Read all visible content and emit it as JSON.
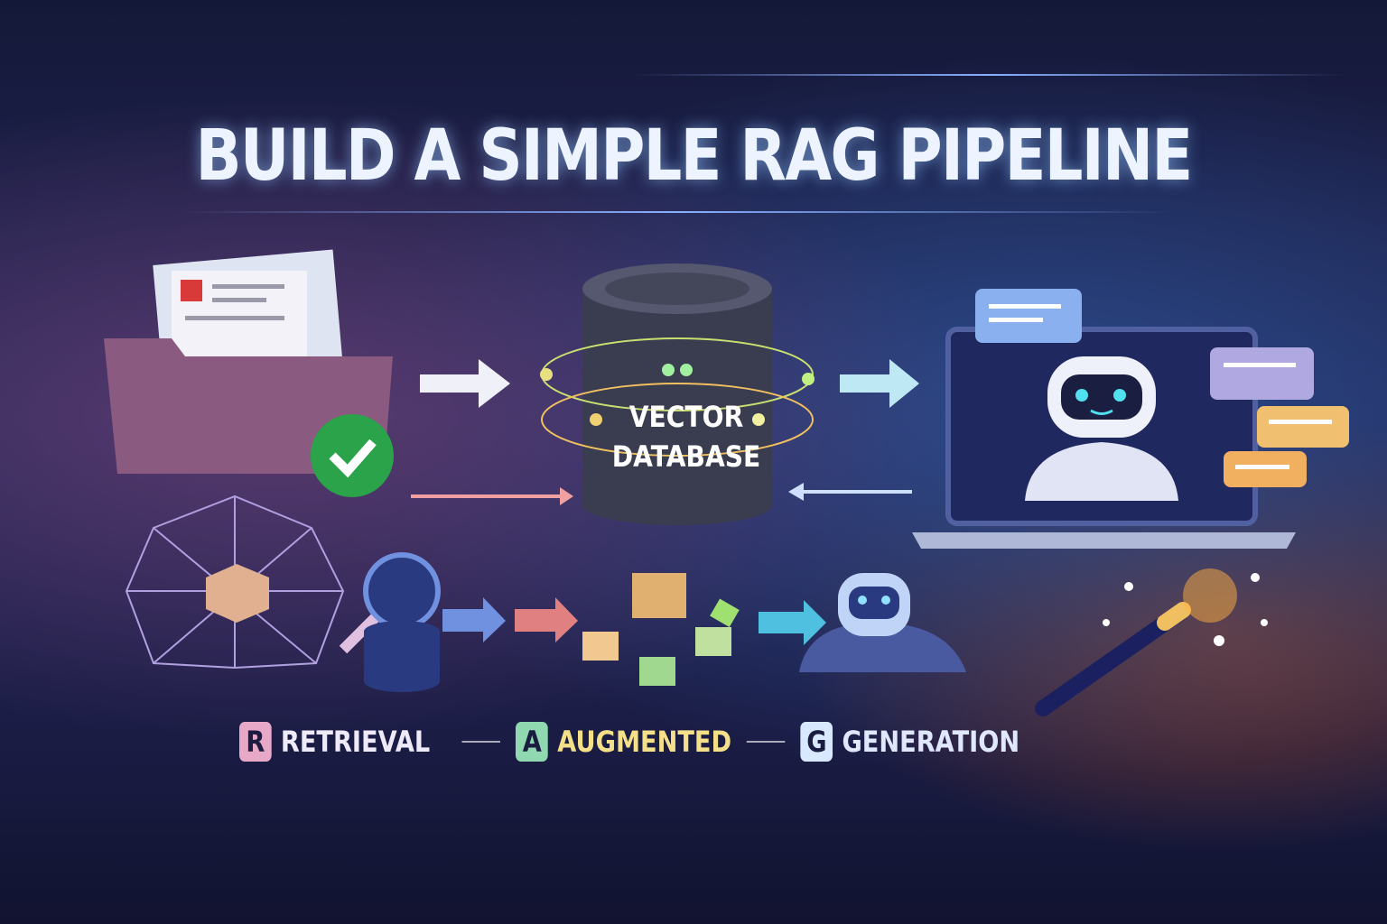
{
  "title": "BUILD A SIMPLE RAG PIPELINE",
  "database_label": {
    "line1": "VECTOR",
    "line2": "DATABASE"
  },
  "legend": [
    {
      "letter": "R",
      "label": "RETRIEVAL",
      "badge_color": "#e8a8c8",
      "text_color": "#eeeaf8"
    },
    {
      "letter": "A",
      "label": "AUGMENTED",
      "badge_color": "#8fd8b0",
      "text_color": "#f5e08a"
    },
    {
      "letter": "G",
      "label": "GENERATION",
      "badge_color": "#d8e8ff",
      "text_color": "#dfe8ff"
    }
  ]
}
